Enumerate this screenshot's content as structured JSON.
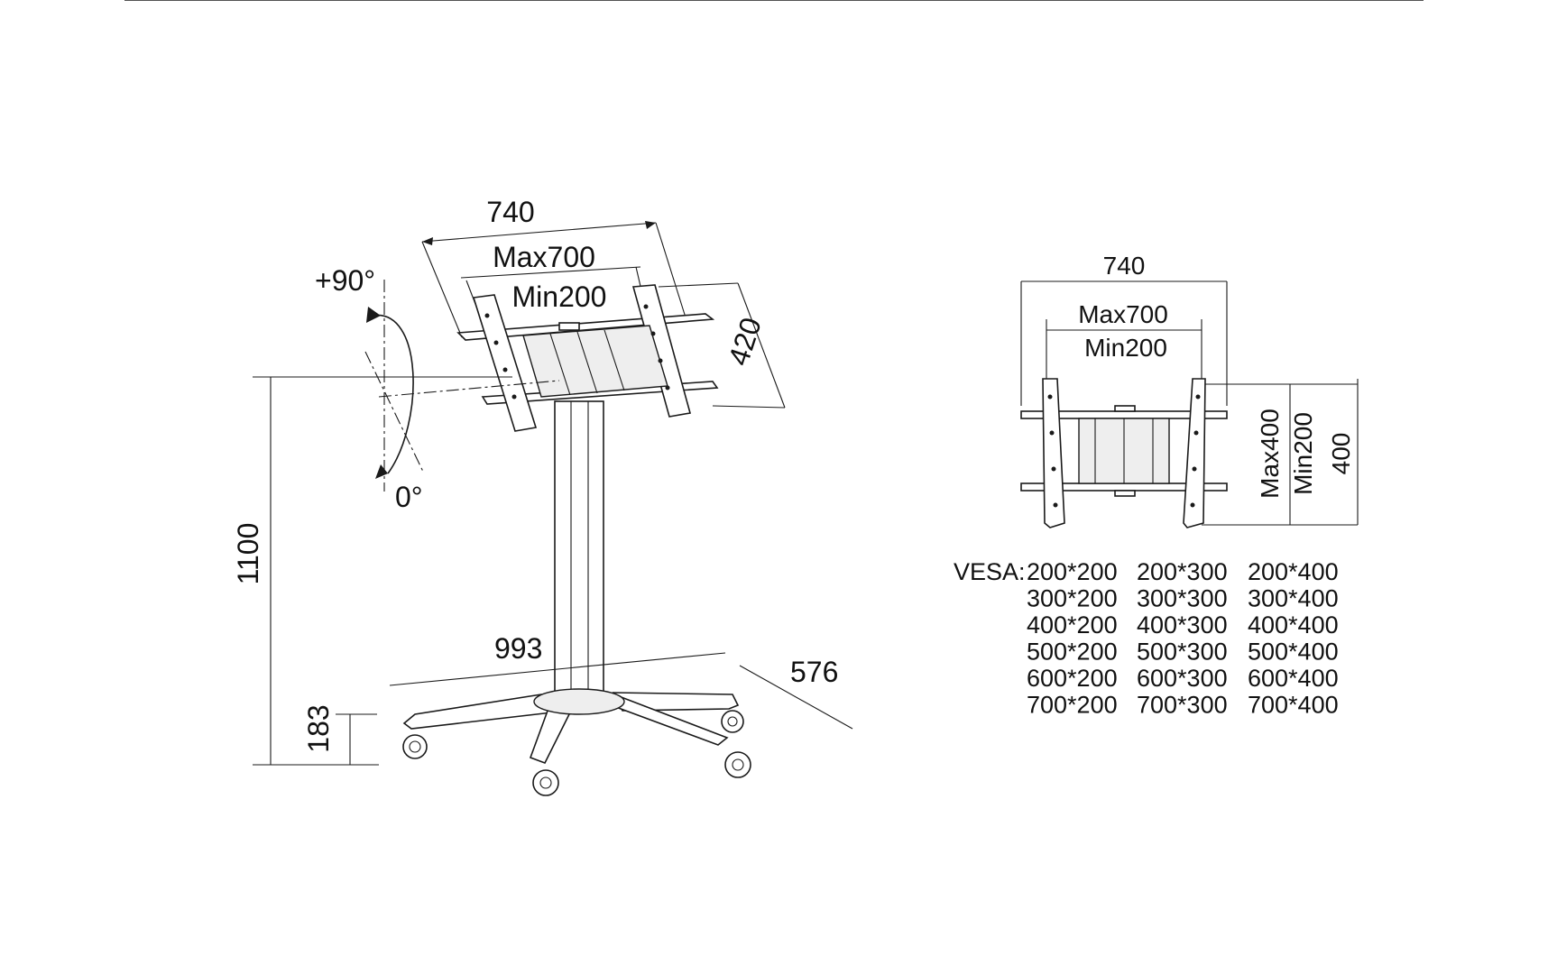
{
  "colors": {
    "background": "#ffffff",
    "line": "#1a1a1a"
  },
  "side_view": {
    "bracket_width": "740",
    "max_spacing": "Max700",
    "min_spacing": "Min200",
    "bracket_height": "420",
    "tilt_max": "+90°",
    "tilt_min": "0°",
    "total_height": "1100",
    "base_width": "993",
    "base_depth": "576",
    "base_height": "183"
  },
  "front_view": {
    "bracket_width": "740",
    "max_spacing": "Max700",
    "min_spacing": "Min200",
    "max_height": "Max400",
    "min_height": "Min200",
    "bracket_height": "400"
  },
  "vesa": {
    "prefix": "VESA:",
    "rows": [
      [
        "200*200",
        "200*300",
        "200*400"
      ],
      [
        "300*200",
        "300*300",
        "300*400"
      ],
      [
        "400*200",
        "400*300",
        "400*400"
      ],
      [
        "500*200",
        "500*300",
        "500*400"
      ],
      [
        "600*200",
        "600*300",
        "600*400"
      ],
      [
        "700*200",
        "700*300",
        "700*400"
      ]
    ]
  }
}
